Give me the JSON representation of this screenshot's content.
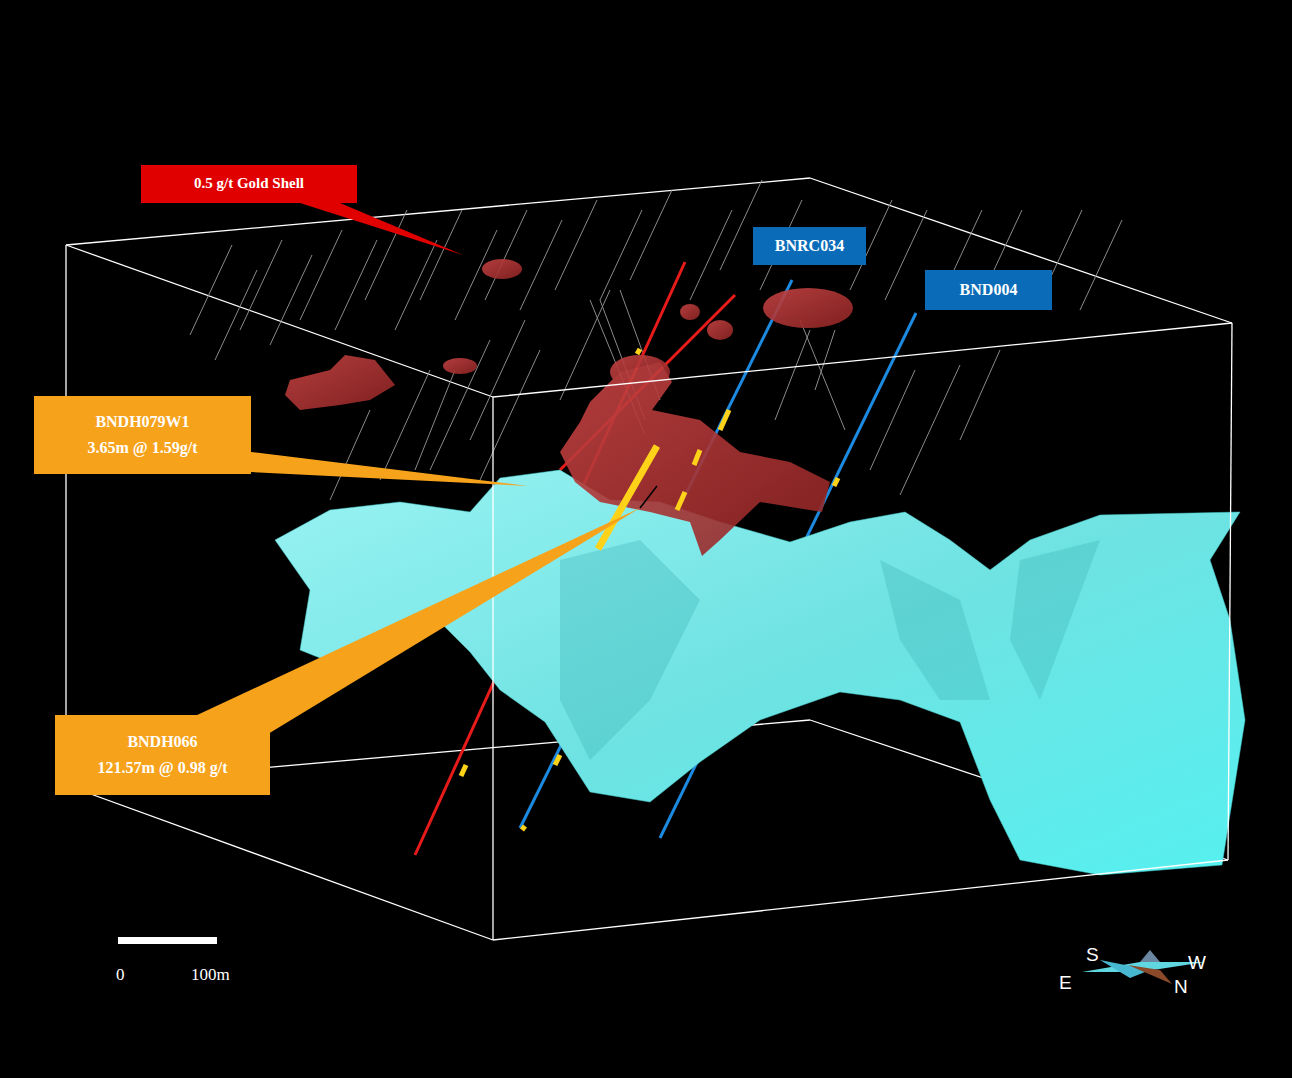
{
  "diagram": {
    "nodes": [
      {
        "text": [
          "0.5 g/t Gold Shell"
        ]
      },
      {
        "text": [
          "BNRC034"
        ]
      },
      {
        "text": [
          "BND004"
        ]
      },
      {
        "text": [
          "BNDH079W1",
          "3.65m @ 1.59g/t"
        ]
      },
      {
        "text": [
          "BNDH066",
          "121.57m @ 0.98 g/t"
        ]
      }
    ],
    "labels": [
      "0",
      "100m",
      "E",
      "S",
      "W",
      "N"
    ]
  }
}
